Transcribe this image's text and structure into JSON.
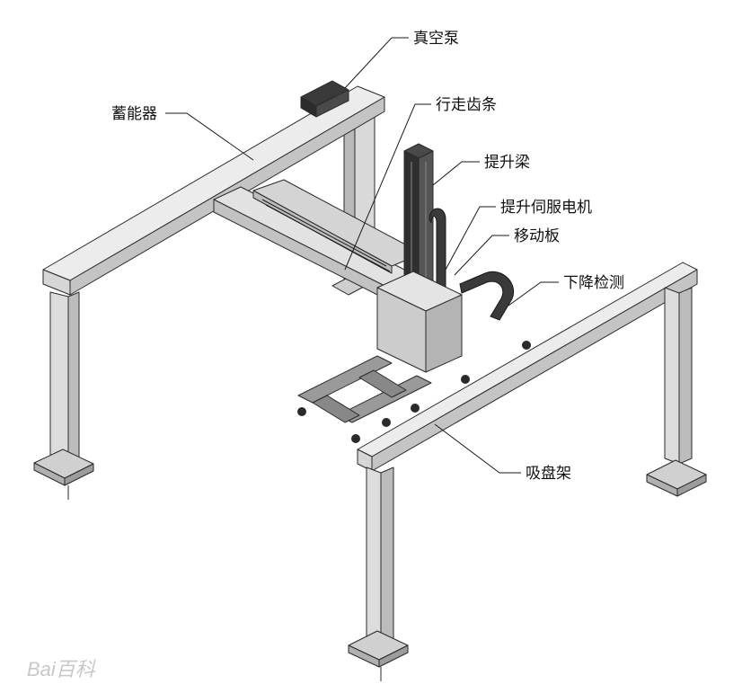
{
  "labels": {
    "vacuum_pump": "真空泵",
    "accumulator": "蓄能器",
    "travel_rack": "行走齿条",
    "lift_beam": "提升梁",
    "lift_servo_motor": "提升伺服电机",
    "moving_plate": "移动板",
    "descent_detection": "下降检测",
    "suction_cup_frame": "吸盘架"
  },
  "watermark": "Bai百科",
  "colors": {
    "steel_light": "#e6e6e6",
    "steel_mid": "#c8c8c8",
    "steel_dark": "#9a9a9a",
    "line": "#2a2a2a",
    "dark_part": "#3a3a3a"
  }
}
